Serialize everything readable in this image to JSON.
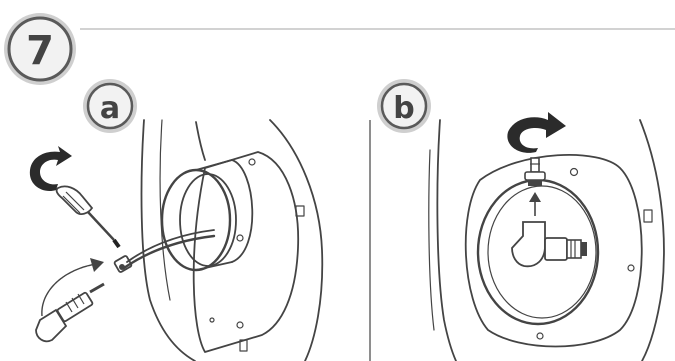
{
  "step": {
    "number": "7"
  },
  "panels": [
    {
      "label": "a"
    },
    {
      "label": "b"
    }
  ],
  "colors": {
    "line": "#444444",
    "badge_fill": "#f2f2f2",
    "badge_ring": "#cfcfcf",
    "rule": "#b8b8b8",
    "icon": "#2b2b2b"
  },
  "icons": {
    "rotate": "rotate-arrow-icon",
    "screwdriver": "screwdriver-icon",
    "insert_arrow": "curved-arrow-icon",
    "up_arrow": "up-arrow-icon"
  }
}
